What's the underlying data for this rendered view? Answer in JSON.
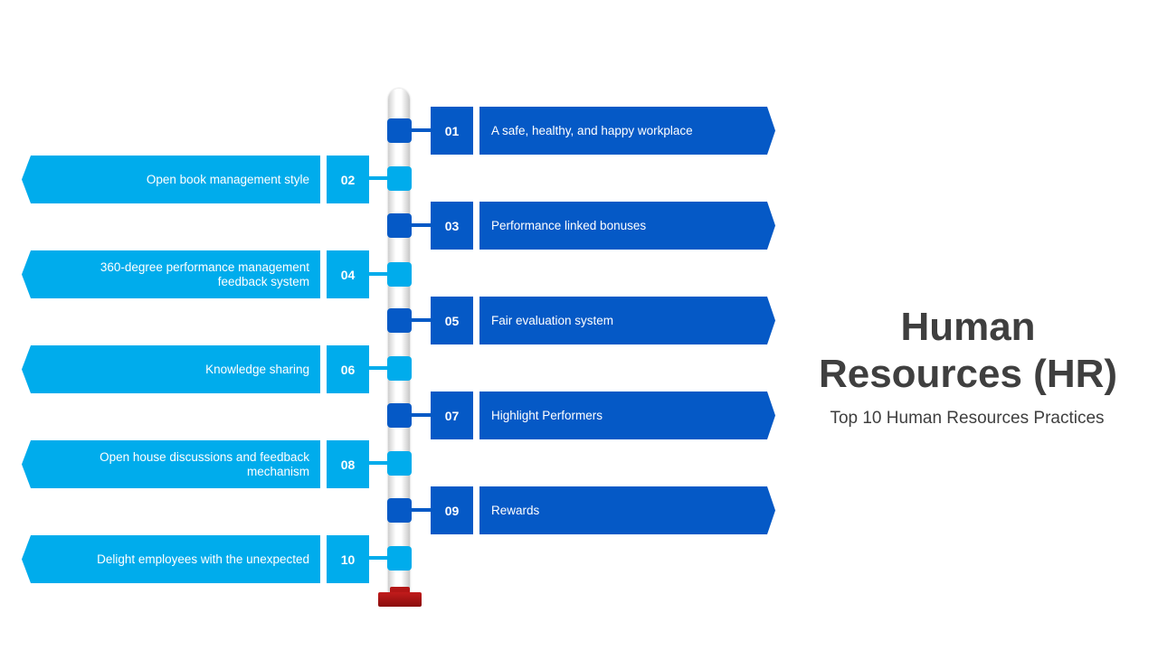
{
  "title": "Human Resources (HR)",
  "subtitle": "Top 10 Human Resources Practices",
  "colors": {
    "dark": "#0559c6",
    "light": "#00acec",
    "text": "#3f3f3f",
    "base": "#b31616"
  },
  "items": [
    {
      "num": "01",
      "label": "A safe, healthy, and happy workplace"
    },
    {
      "num": "02",
      "label": "Open book management style"
    },
    {
      "num": "03",
      "label": "Performance  linked bonuses"
    },
    {
      "num": "04",
      "label": "360-degree performance management feedback system"
    },
    {
      "num": "05",
      "label": "Fair evaluation system"
    },
    {
      "num": "06",
      "label": "Knowledge sharing"
    },
    {
      "num": "07",
      "label": "Highlight Performers"
    },
    {
      "num": "08",
      "label": "Open house discussions and feedback mechanism"
    },
    {
      "num": "09",
      "label": "Rewards"
    },
    {
      "num": "10",
      "label": "Delight employees with the unexpected"
    }
  ]
}
